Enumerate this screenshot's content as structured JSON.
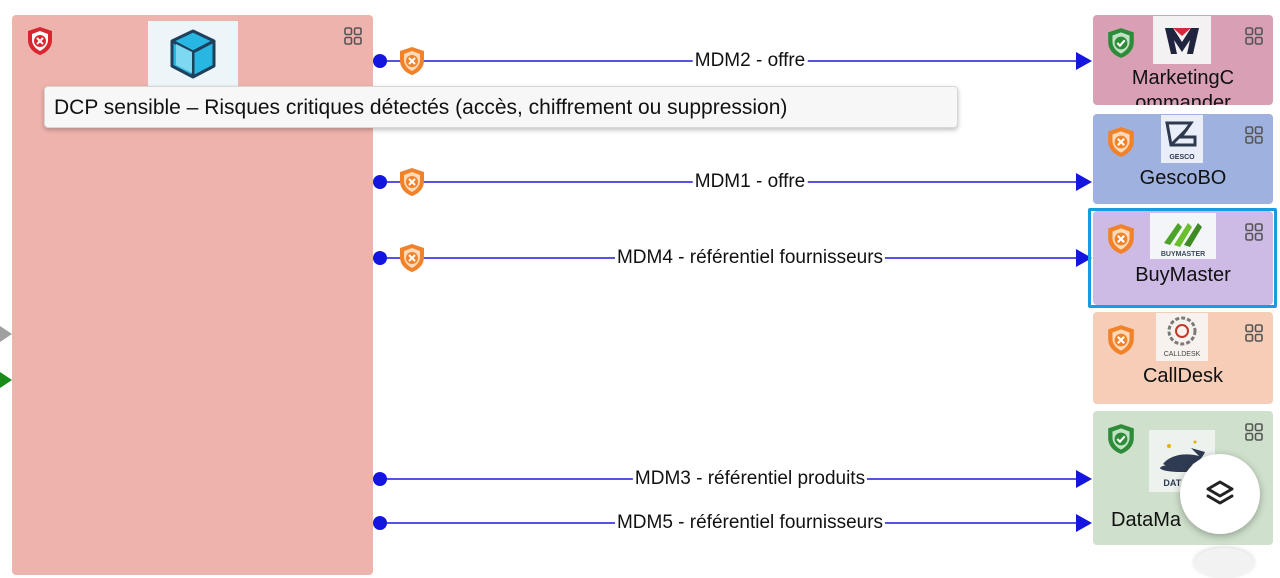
{
  "source": {
    "tooltip": "DCP sensible – Risques critiques détectés (accès, chiffrement ou suppression)",
    "color": "#efb3ad",
    "logo_icon": "cube-icon",
    "status_icon": "red-shield-x-icon"
  },
  "edges": [
    {
      "label": "MDM2 - offre",
      "shield": "orange-shield-x-icon",
      "color": "#1c1cd6"
    },
    {
      "label": "MDM1 - offre",
      "shield": "orange-shield-x-icon",
      "color": "#1c1cd6"
    },
    {
      "label": "MDM4 - référentiel fournisseurs",
      "shield": "orange-shield-x-icon",
      "color": "#1c1cd6"
    },
    {
      "label": "MDM3 - référentiel produits",
      "shield": "",
      "color": "#1c1cd6"
    },
    {
      "label": "MDM5 - référentiel fournisseurs",
      "shield": "",
      "color": "#1c1cd6"
    }
  ],
  "targets": [
    {
      "name": "MarketingCommander",
      "label_line1": "MarketingC",
      "label_line2": "ommander",
      "color": "#d89fb5",
      "shield": "green-shield-check-icon",
      "logo": "M"
    },
    {
      "name": "GescoBO",
      "label_line1": "GescoBO",
      "color": "#9fb2df",
      "shield": "orange-shield-x-icon",
      "logo": "GESCO"
    },
    {
      "name": "BuyMaster",
      "label_line1": "BuyMaster",
      "color": "#cdbbe6",
      "shield": "orange-shield-x-icon",
      "logo": "BUYMASTER",
      "selected": true
    },
    {
      "name": "CallDesk",
      "label_line1": "CallDesk",
      "color": "#f6cdb6",
      "shield": "orange-shield-x-icon",
      "logo": "CALLDESK"
    },
    {
      "name": "DataMa",
      "label_line1": "DataMa",
      "color": "#cfe0cc",
      "shield": "green-shield-check-icon",
      "logo": "DATAM"
    }
  ],
  "fab_icon": "layers-icon"
}
